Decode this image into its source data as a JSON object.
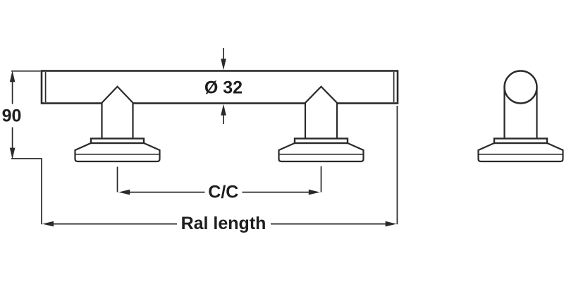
{
  "drawing": {
    "labels": {
      "height": "90",
      "diameter": "Ø 32",
      "center_to_center": "C/C",
      "rail_length": "Ral length"
    },
    "colors": {
      "line": "#2a2a2a",
      "text": "#1e1e1e",
      "background": "#ffffff"
    }
  }
}
